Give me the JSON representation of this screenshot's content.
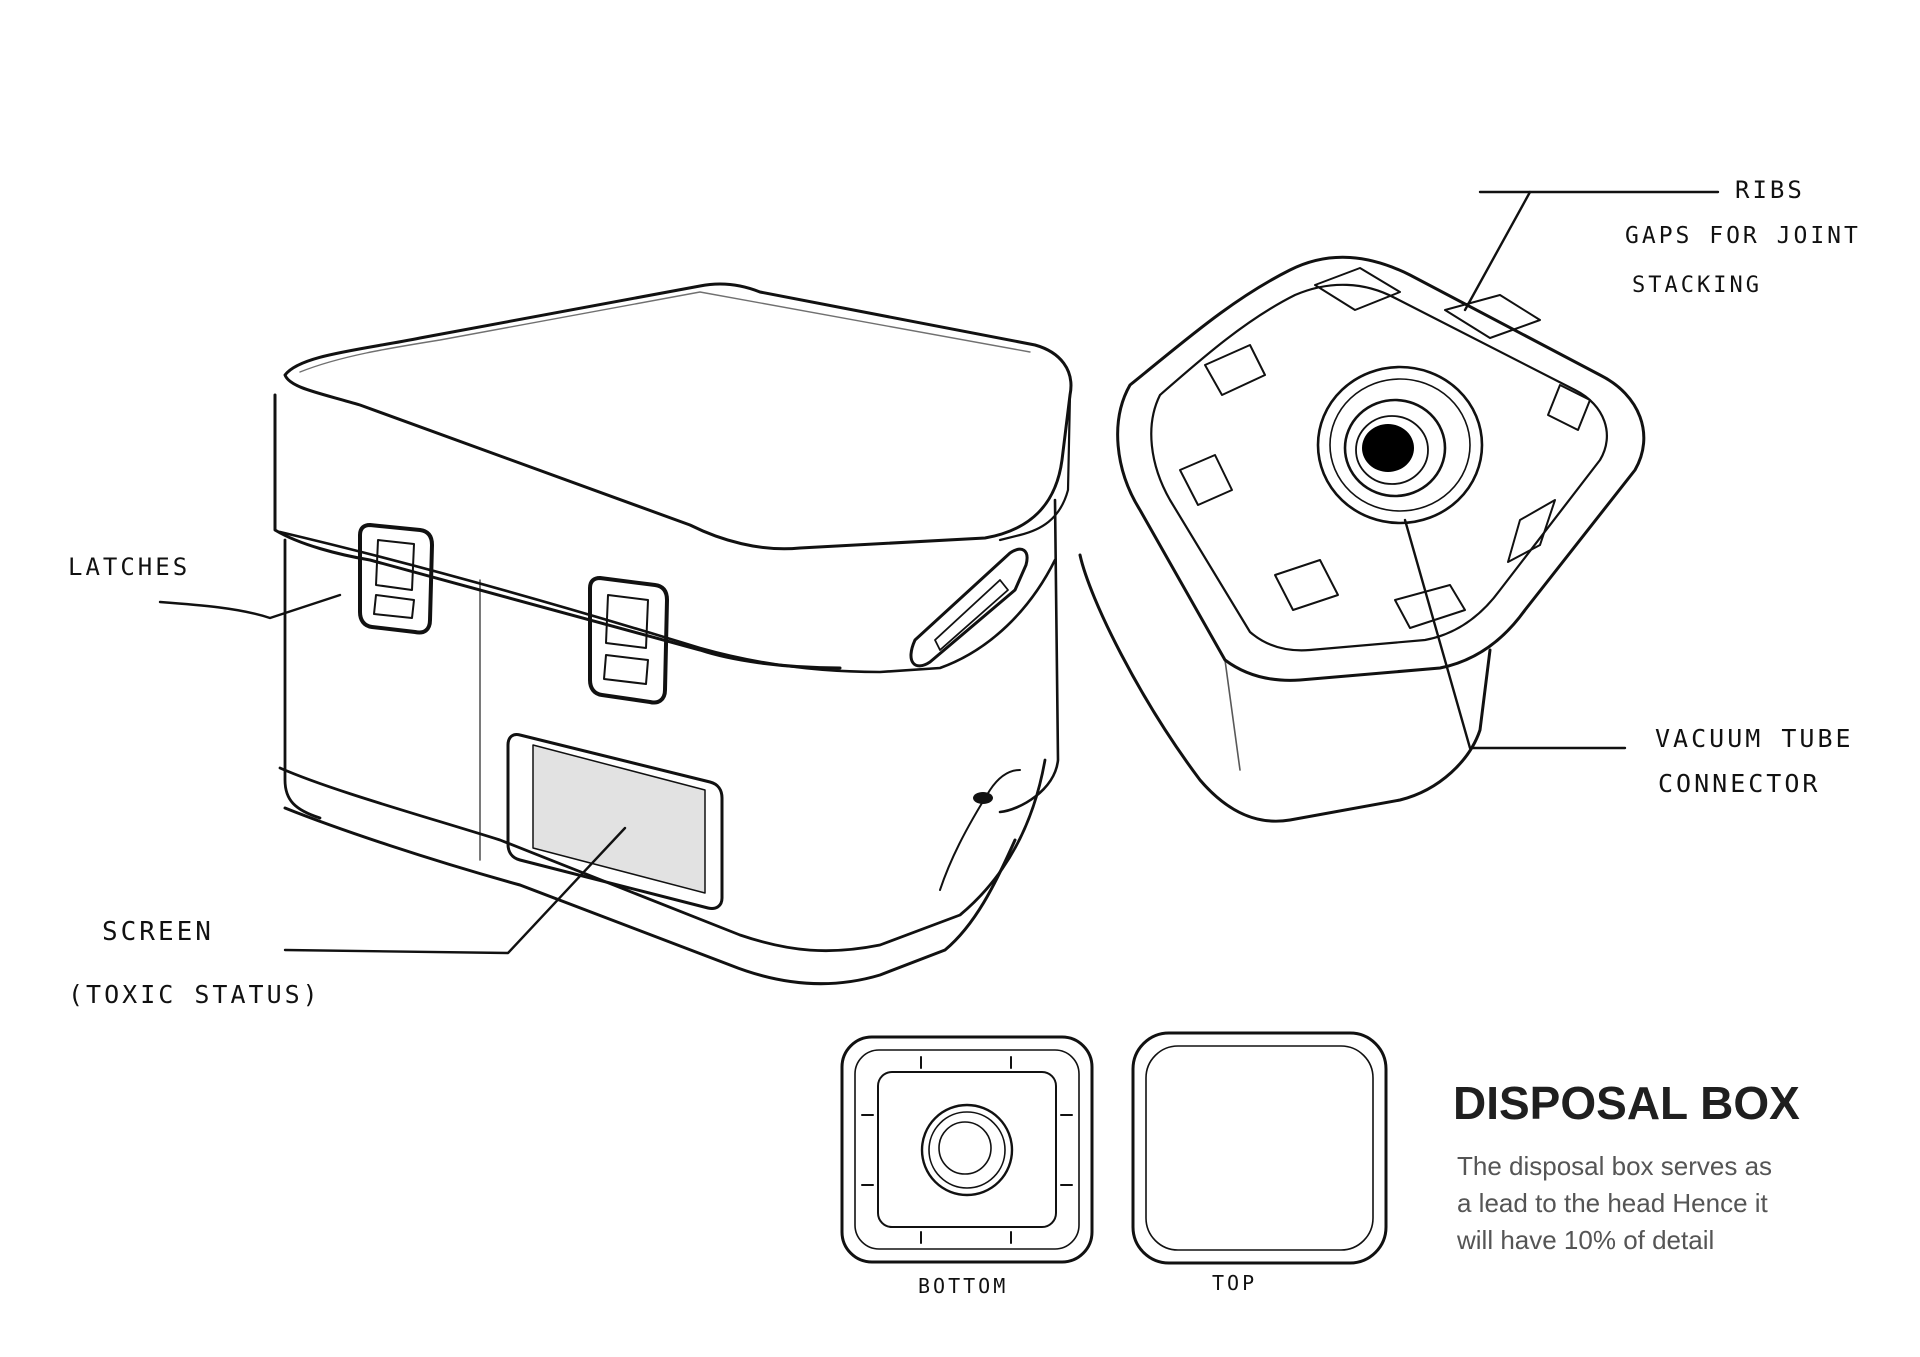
{
  "annotations": {
    "ribs": "RIBS",
    "gaps_line1": "GAPS FOR JOINT",
    "gaps_line2": "STACKING",
    "latches": "LATCHES",
    "vacuum_line1": "VACUUM TUBE",
    "vacuum_line2": "CONNECTOR",
    "screen_line1": "SCREEN",
    "screen_line2": "(TOXIC STATUS)"
  },
  "views": {
    "bottom_label": "BOTTOM",
    "top_label": "TOP"
  },
  "info": {
    "title": "DISPOSAL BOX",
    "description_lines": [
      "The disposal box serves as",
      "a lead to the head  Hence it",
      "will have 10% of detail"
    ]
  },
  "colors": {
    "ink": "#111111",
    "screen_fill": "#e2e2e2",
    "connector_hole": "#000000",
    "body_text": "#555555"
  }
}
